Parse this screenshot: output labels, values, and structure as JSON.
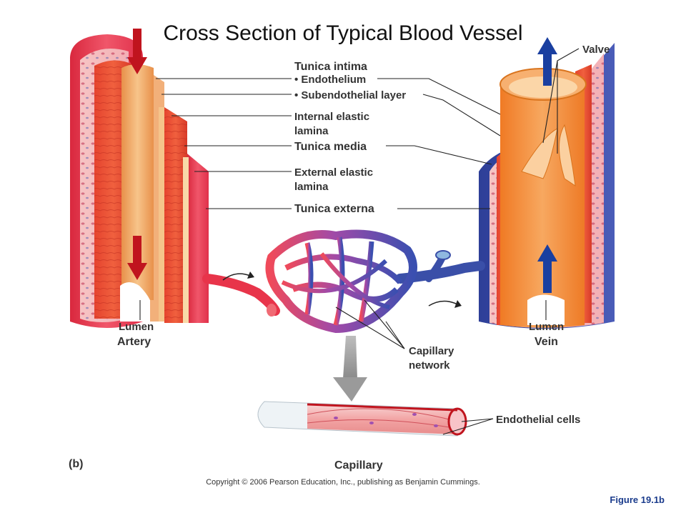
{
  "title": "Cross Section of Typical Blood Vessel",
  "labels": {
    "tunica_intima": "Tunica intima",
    "endothelium": "• Endothelium",
    "subendothelial": "• Subendothelial layer",
    "internal_elastic_1": "Internal elastic",
    "internal_elastic_2": "lamina",
    "tunica_media": "Tunica media",
    "external_elastic_1": "External elastic",
    "external_elastic_2": "lamina",
    "tunica_externa": "Tunica externa",
    "valve": "Valve",
    "lumen_artery": "Lumen",
    "artery": "Artery",
    "lumen_vein": "Lumen",
    "vein": "Vein",
    "capillary_network_1": "Capillary",
    "capillary_network_2": "network",
    "endothelial_cells": "Endothelial cells",
    "capillary": "Capillary",
    "panel": "(b)"
  },
  "copyright": "Copyright © 2006 Pearson Education, Inc., publishing as Benjamin Cummings.",
  "figure_number": "Figure 19.1b",
  "colors": {
    "artery_outer": "#e8344a",
    "artery_media": "#e8503a",
    "intima": "#f2a86a",
    "vein_outer": "#3a4fa8",
    "vein_inner": "#f39a4a",
    "arrow_red": "#c0141e",
    "arrow_blue": "#1a3fa0",
    "capillary_purple": "#8a4fa8",
    "leader": "#222222",
    "figure_text": "#1a3b8c"
  }
}
